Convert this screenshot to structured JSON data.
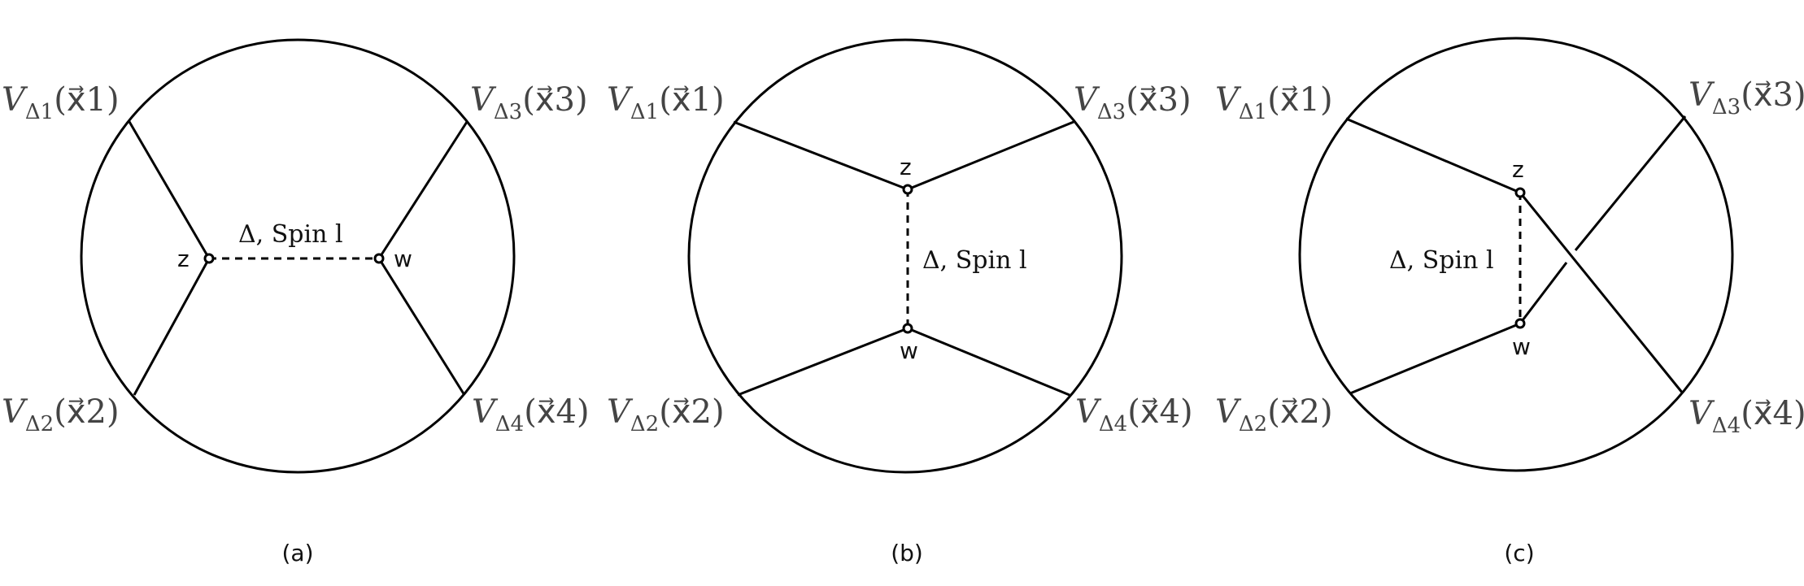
{
  "panels": [
    {
      "label": "(a)",
      "vertex_z": "z",
      "vertex_w": "w",
      "propagator": "Δ, Spin l",
      "operators": [
        {
          "name": "V",
          "sub": "Δ1",
          "arg": "(x⃗1)"
        },
        {
          "name": "V",
          "sub": "Δ2",
          "arg": "(x⃗2)"
        },
        {
          "name": "V",
          "sub": "Δ3",
          "arg": "(x⃗3)"
        },
        {
          "name": "V",
          "sub": "Δ4",
          "arg": "(x⃗4)"
        }
      ]
    },
    {
      "label": "(b)",
      "vertex_z": "z",
      "vertex_w": "w",
      "propagator": "Δ, Spin l",
      "operators": [
        {
          "name": "V",
          "sub": "Δ1",
          "arg": "(x⃗1)"
        },
        {
          "name": "V",
          "sub": "Δ2",
          "arg": "(x⃗2)"
        },
        {
          "name": "V",
          "sub": "Δ3",
          "arg": "(x⃗3)"
        },
        {
          "name": "V",
          "sub": "Δ4",
          "arg": "(x⃗4)"
        }
      ]
    },
    {
      "label": "(c)",
      "vertex_z": "z",
      "vertex_w": "w",
      "propagator": "Δ, Spin l",
      "operators": [
        {
          "name": "V",
          "sub": "Δ1",
          "arg": "(x⃗1)"
        },
        {
          "name": "V",
          "sub": "Δ2",
          "arg": "(x⃗2)"
        },
        {
          "name": "V",
          "sub": "Δ3",
          "arg": "(x⃗3)"
        },
        {
          "name": "V",
          "sub": "Δ4",
          "arg": "(x⃗4)"
        }
      ]
    }
  ]
}
